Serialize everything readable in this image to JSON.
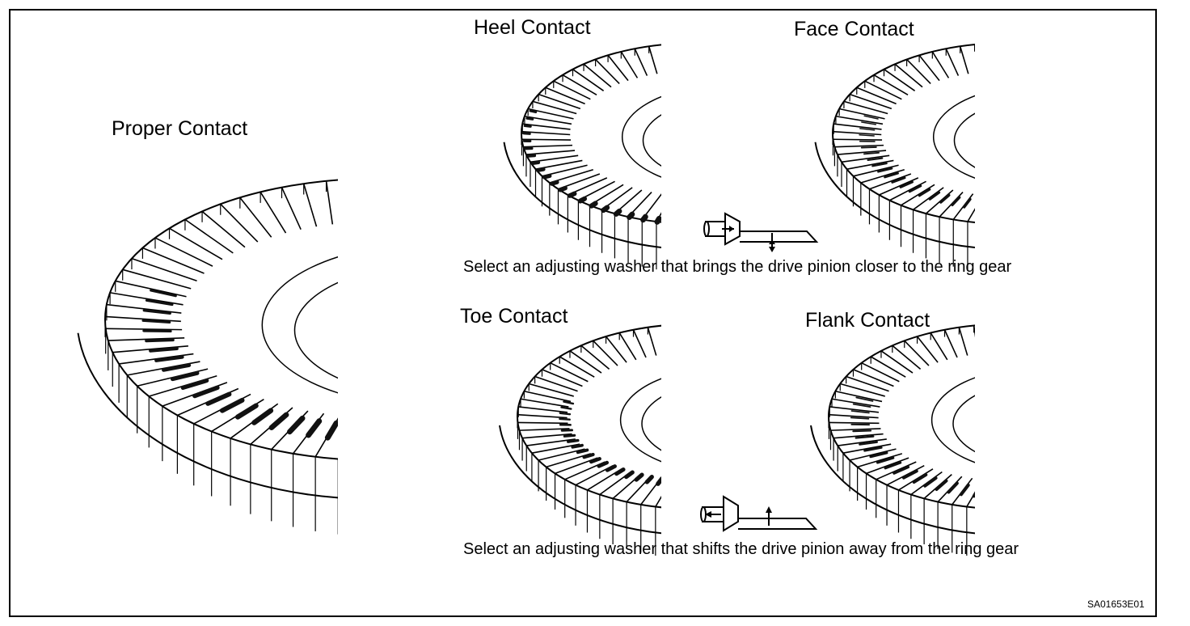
{
  "labels": {
    "proper": "Proper Contact",
    "heel": "Heel Contact",
    "face": "Face Contact",
    "toe": "Toe Contact",
    "flank": "Flank Contact"
  },
  "instructions": {
    "closer": "Select an adjusting washer that brings the drive pinion closer to the ring gear",
    "away": "Select an adjusting washer that shifts the drive pinion away from the ring gear"
  },
  "figure_code": "SA01653E01"
}
